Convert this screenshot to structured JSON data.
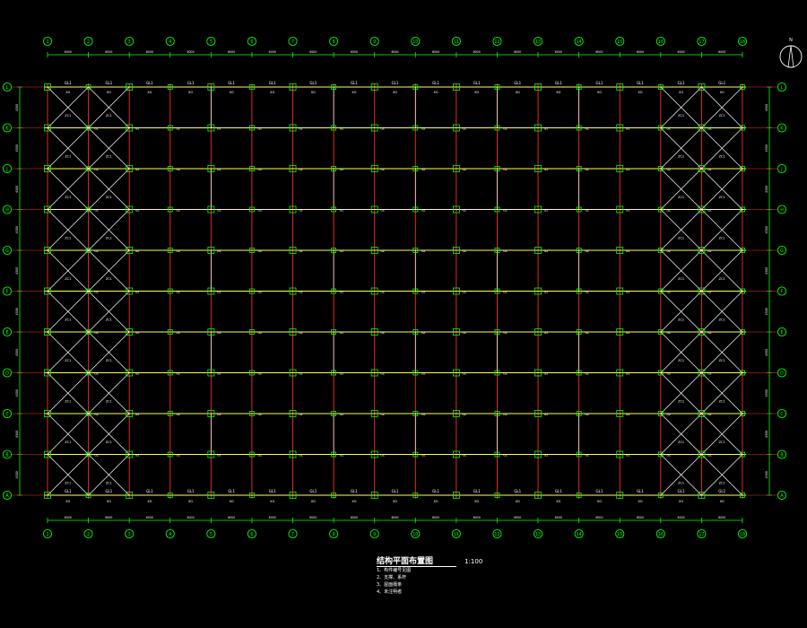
{
  "drawing": {
    "title": "结构平面布置图",
    "scale": "1:100",
    "notes": [
      "1、构件编号见图",
      "2、支撑、系杆",
      "3、屋面檩条",
      "4、未注明者"
    ]
  },
  "grid": {
    "columns": [
      "1",
      "2",
      "3",
      "4",
      "5",
      "6",
      "7",
      "8",
      "9",
      "10",
      "11",
      "12",
      "13",
      "14",
      "15",
      "16",
      "17",
      "18"
    ],
    "rows": [
      "L",
      "K",
      "J",
      "H",
      "G",
      "F",
      "E",
      "D",
      "C",
      "B",
      "A"
    ],
    "column_spacing_label": "6000",
    "row_spacing_label": "4500"
  },
  "labels": {
    "top_beam": "GL1",
    "bottom_beam": "GL1",
    "column_mark": "GZ",
    "brace_mark": "ZC1",
    "tie_mark": "XG"
  },
  "north_arrow": {
    "label": "N"
  },
  "colors": {
    "background": "#000000",
    "grid_line": "#ff2b2b",
    "beam_line": "#ffff55",
    "brace_line": "#ffffff",
    "dimension": "#00ff00",
    "column": "#00ff00",
    "text": "#ffffff"
  }
}
